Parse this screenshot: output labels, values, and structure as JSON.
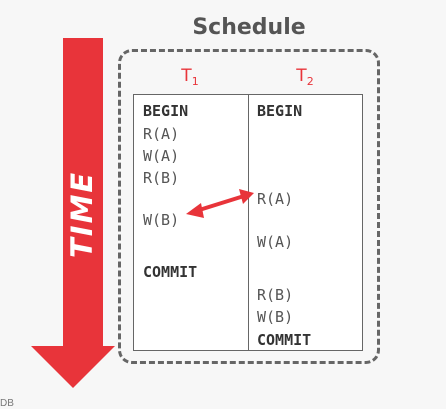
{
  "time_label": "TIME",
  "schedule": {
    "title": "Schedule",
    "t1": {
      "letter": "T",
      "sub": "1"
    },
    "t2": {
      "letter": "T",
      "sub": "2"
    },
    "t1_ops": [
      "BEGIN",
      "R(A)",
      "W(A)",
      "R(B)",
      "W(B)",
      "COMMIT"
    ],
    "t2_ops": [
      "BEGIN",
      "R(A)",
      "W(A)",
      "R(B)",
      "W(B)",
      "COMMIT"
    ]
  },
  "footer": "DB",
  "colors": {
    "accent_red": "#e8343a",
    "box_border": "#666666",
    "text": "#555555"
  }
}
